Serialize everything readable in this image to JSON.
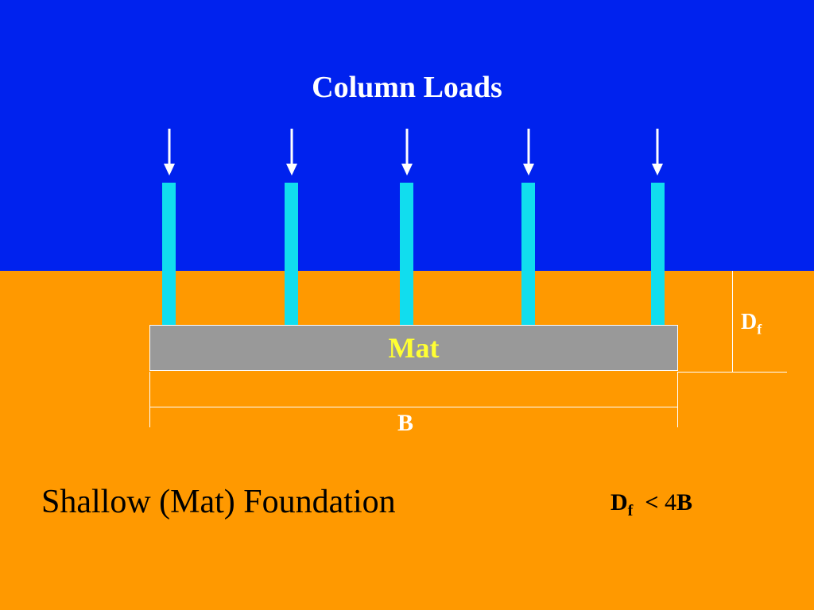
{
  "title": "Column Loads",
  "mat_label": "Mat",
  "width_label": "B",
  "depth_label": {
    "main": "D",
    "sub": "f"
  },
  "caption": "Shallow (Mat) Foundation",
  "relation": {
    "lhs_main": "D",
    "lhs_sub": "f",
    "operator": "<",
    "coefficient": "4",
    "rhs": "B"
  },
  "column_count": 5,
  "colors": {
    "sky": "#0022ee",
    "soil": "#ff9900",
    "column": "#11ddee",
    "mat": "#999999",
    "mat_label": "#ffff33",
    "arrow": "#ffffff"
  }
}
